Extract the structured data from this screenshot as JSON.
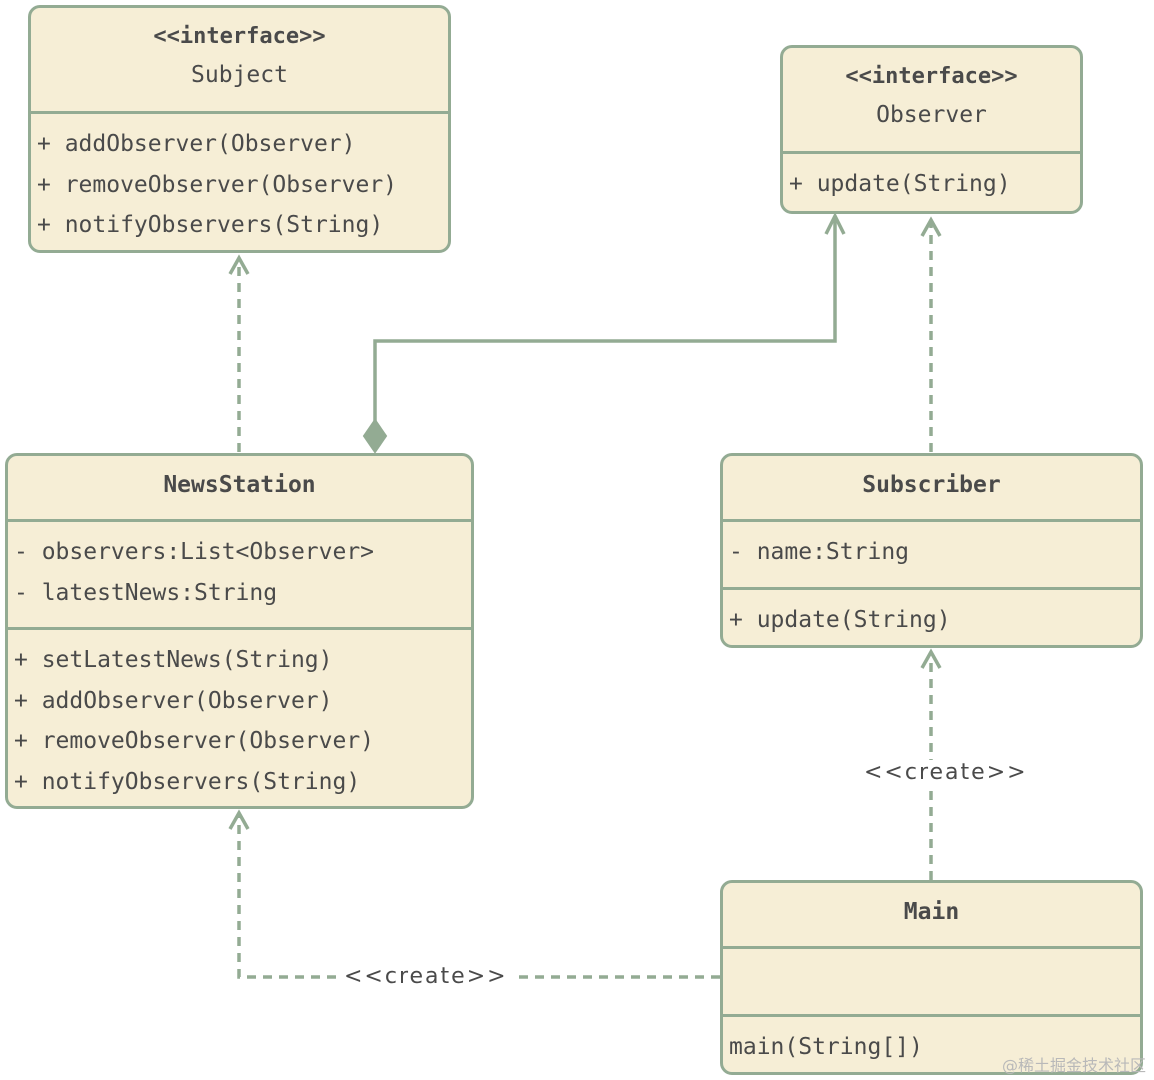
{
  "classes": {
    "subject": {
      "stereotype": "<<interface>>",
      "name": "Subject",
      "methods": [
        "+ addObserver(Observer)",
        "+ removeObserver(Observer)",
        "+ notifyObservers(String)"
      ]
    },
    "observer": {
      "stereotype": "<<interface>>",
      "name": "Observer",
      "methods": [
        "+ update(String)"
      ]
    },
    "newsstation": {
      "name": "NewsStation",
      "attributes": [
        "- observers:List<Observer>",
        "- latestNews:String"
      ],
      "methods": [
        "+ setLatestNews(String)",
        "+ addObserver(Observer)",
        "+ removeObserver(Observer)",
        "+ notifyObservers(String)"
      ]
    },
    "subscriber": {
      "name": "Subscriber",
      "attributes": [
        "- name:String"
      ],
      "methods": [
        "+ update(String)"
      ]
    },
    "main": {
      "name": "Main",
      "methods": [
        "main(String[])"
      ]
    }
  },
  "edge_labels": {
    "main_subscriber": "<<create>>",
    "main_newsstation": "<<create>>"
  },
  "watermark": "@稀土掘金技术社区",
  "colors": {
    "border": "#93ab93",
    "fill": "#f6eed6",
    "text": "#4a4a4a"
  }
}
